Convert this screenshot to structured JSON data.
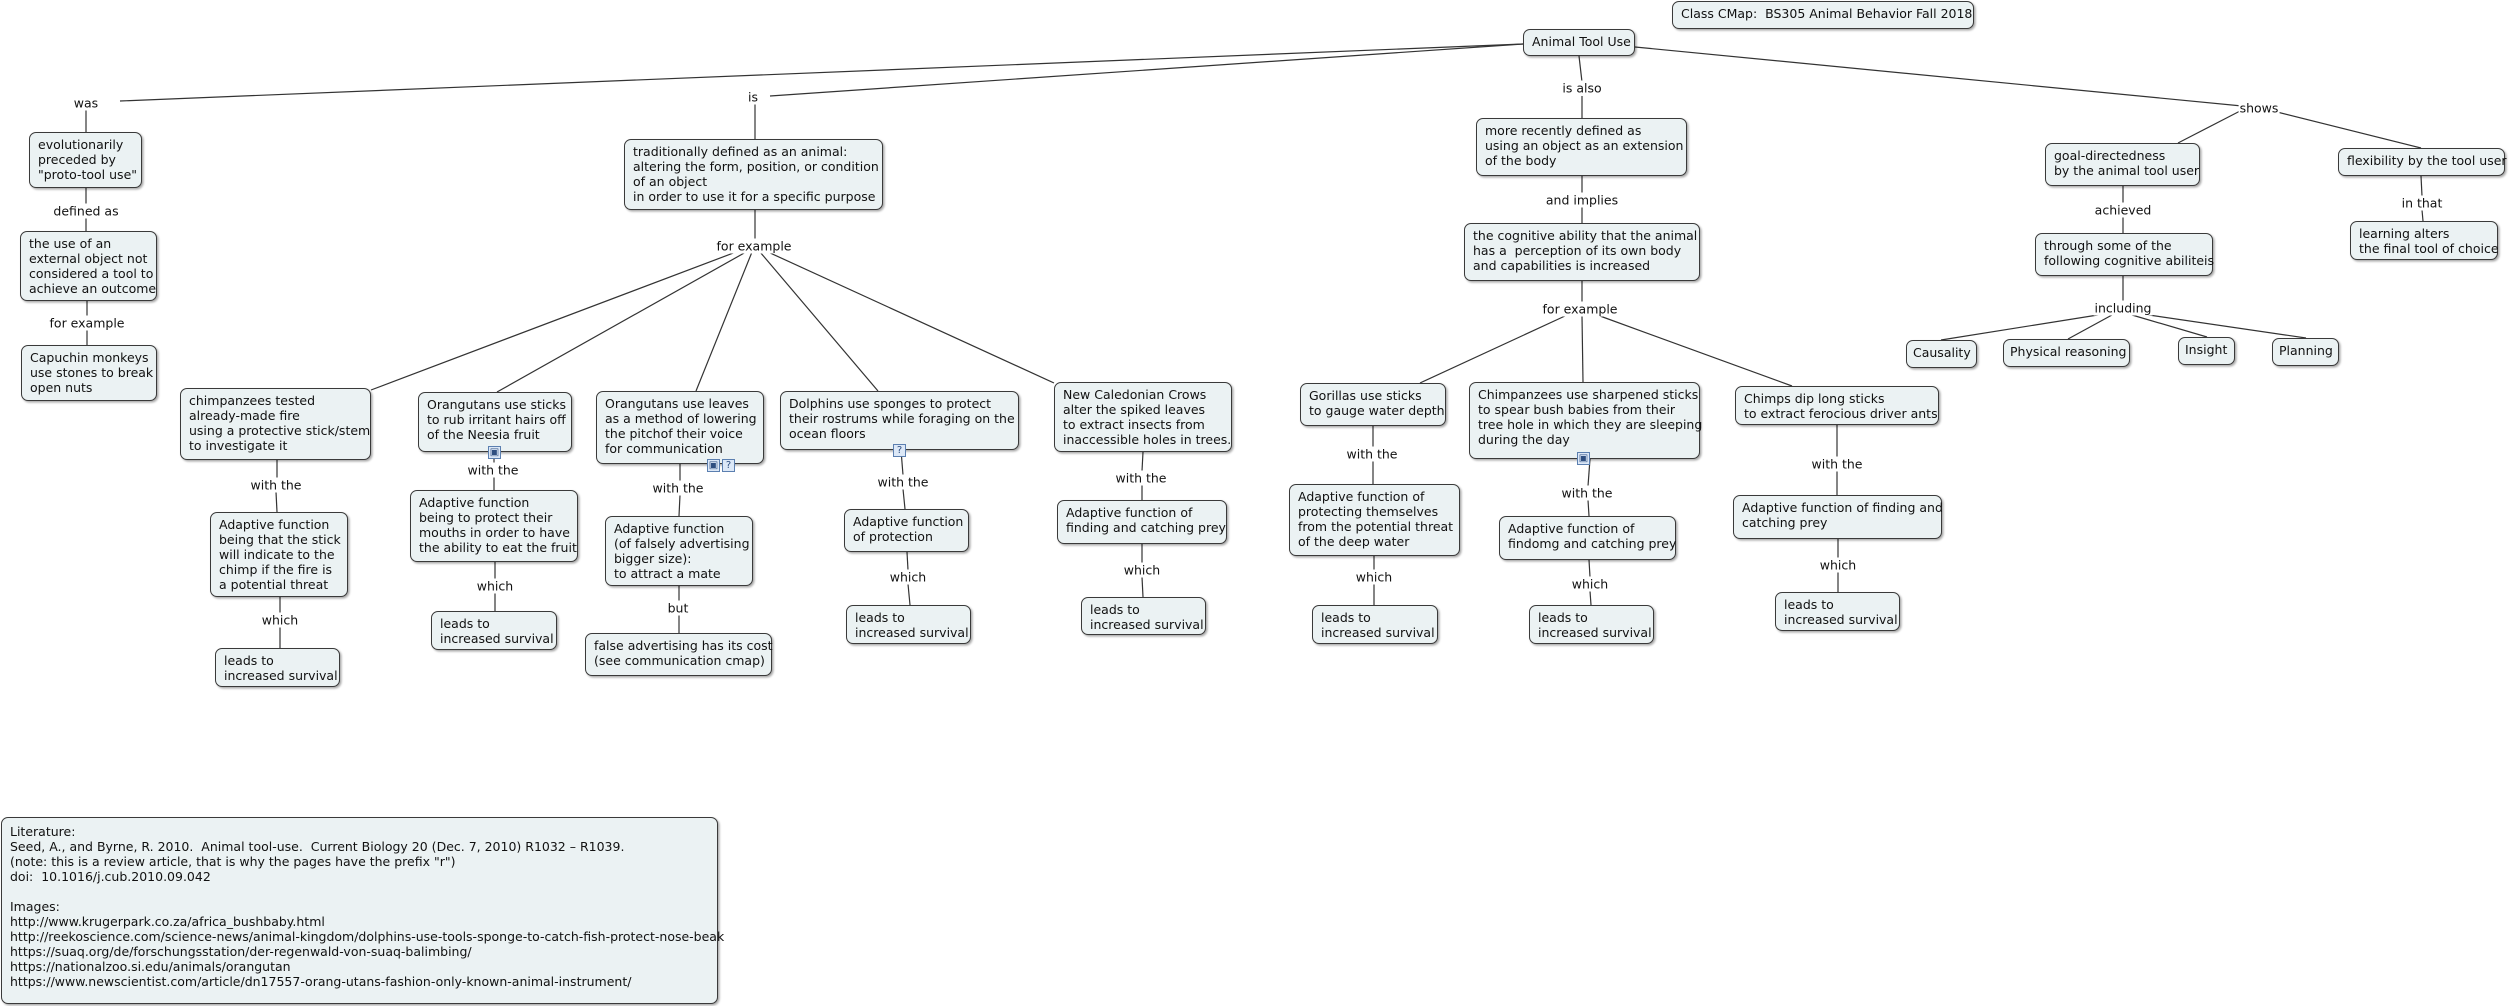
{
  "header": {
    "title": "Class CMap:  BS305 Animal Behavior Fall 2018"
  },
  "nodes": {
    "root": "Animal Tool Use",
    "proto": "evolutionarily\npreceded by\n\"proto-tool use\"",
    "proto_def": "the use of an\nexternal object not\nconsidered a tool to\nachieve an outcome",
    "capuchin": "Capuchin monkeys\nuse stones to break\nopen nuts",
    "traditional": "traditionally defined as an animal:\naltering the form, position, or condition\nof an object\nin order to use it for a specific purpose",
    "chimp_fire": "chimpanzees tested\nalready-made fire\nusing a protective stick/stem\nto investigate it",
    "chimp_fire_af": "Adaptive function\nbeing that the stick\nwill indicate to the\nchimp if the fire is\na potential threat",
    "chimp_fire_surv": "leads to\nincreased survival",
    "orang_hairs": "Orangutans use sticks\nto rub irritant hairs off\nof the Neesia fruit",
    "orang_hairs_af": "Adaptive function\nbeing to protect their\nmouths in order to have\nthe ability to eat the fruit",
    "orang_hairs_surv": "leads to\nincreased survival",
    "orang_leaves": "Orangutans use leaves\nas a method of lowering\nthe pitchof their voice\nfor communication",
    "orang_leaves_af": "Adaptive function\n(of falsely advertising\nbigger size):\nto attract a mate",
    "false_adv": "false advertising has its cost\n(see communication cmap)",
    "dolphins": "Dolphins use sponges to protect\ntheir rostrums while foraging on the\nocean floors",
    "dolphins_af": "Adaptive function\nof protection",
    "dolphins_surv": "leads to\nincreased survival",
    "crows": "New Caledonian Crows\nalter the spiked leaves\nto extract insects from\ninaccessible holes in trees.",
    "crows_af": "Adaptive function of\nfinding and catching prey",
    "crows_surv": "leads to\nincreased survival",
    "recent": "more recently defined as\nusing an object as an extension\nof the body",
    "cognitive": "the cognitive ability that the animal\nhas a  perception of its own body\nand capabilities is increased",
    "gorillas": "Gorillas use sticks\nto gauge water depth",
    "gorillas_af": "Adaptive function of\nprotecting themselves\nfrom the potential threat\nof the deep water",
    "gorillas_surv": "leads to\nincreased survival",
    "chimp_spear": "Chimpanzees use sharpened sticks\nto spear bush babies from their\ntree hole in which they are sleeping\nduring the day",
    "chimp_spear_af": "Adaptive function of\nfindomg and catching prey",
    "chimp_spear_surv": "leads to\nincreased survival",
    "chimp_ants": "Chimps dip long sticks\nto extract ferocious driver ants",
    "chimp_ants_af": "Adaptive function of finding and\ncatching prey",
    "chimp_ants_surv": "leads to\nincreased survival",
    "goal": "goal-directedness\nby the animal tool user",
    "through": "through some of the\nfollowing cognitive abiliteis",
    "causality": "Causality",
    "physical": "Physical reasoning",
    "insight": "Insight",
    "planning": "Planning",
    "flexibility": "flexibility by the tool user",
    "learning": "learning alters\nthe final tool of choice"
  },
  "phrases": {
    "was": "was",
    "is": "is",
    "is_also": "is also",
    "shows": "shows",
    "defined_as": "defined as",
    "for_example_left": "for example",
    "for_example_mid": "for example",
    "and_implies": "and implies",
    "for_example_right": "for example",
    "achieved": "achieved",
    "including": "including",
    "in_that": "in that",
    "with_the_1": "with the",
    "which_1": "which",
    "with_the_2": "with the",
    "which_2": "which",
    "with_the_3": "with the",
    "but": "but",
    "with_the_4": "with the",
    "which_4": "which",
    "with_the_5": "with the",
    "which_5": "which",
    "with_the_6": "with the",
    "which_6": "which",
    "with_the_7": "with the",
    "which_7": "which",
    "with_the_8": "with the",
    "which_8": "which"
  },
  "literature": "Literature:\nSeed, A., and Byrne, R. 2010.  Animal tool-use.  Current Biology 20 (Dec. 7, 2010) R1032 – R1039.\n(note: this is a review article, that is why the pages have the prefix \"r\")\ndoi:  10.1016/j.cub.2010.09.042\n\nImages:\nhttp://www.krugerpark.co.za/africa_bushbaby.html\nhttp://reekoscience.com/science-news/animal-kingdom/dolphins-use-tools-sponge-to-catch-fish-protect-nose-beak\nhttps://suaq.org/de/forschungsstation/der-regenwald-von-suaq-balimbing/\nhttps://nationalzoo.si.edu/animals/orangutan\nhttps://www.newscientist.com/article/dn17557-orang-utans-fashion-only-known-animal-instrument/",
  "colors": {
    "node_fill": "#ebf2f3",
    "node_border": "#3a3a3a",
    "link": "#333333",
    "icon": "#5b7fb0"
  },
  "icons": [
    "image-resource-icon",
    "web-resource-icon"
  ]
}
